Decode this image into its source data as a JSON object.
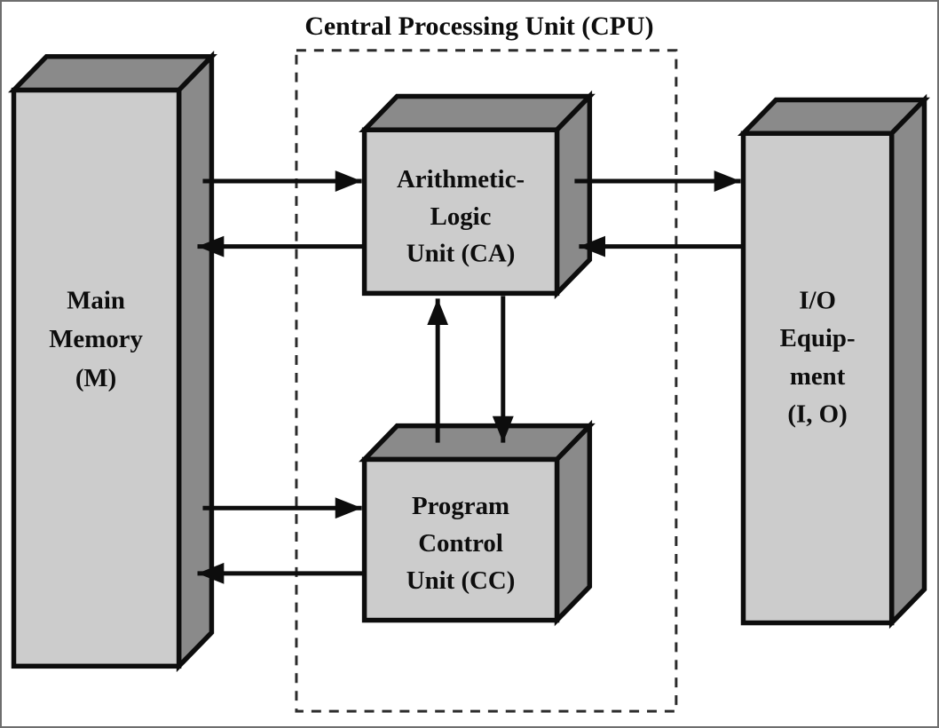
{
  "title": "Central Processing Unit (CPU)",
  "boxes": {
    "main_memory": {
      "label": "Main Memory (M)",
      "lines": [
        "Main",
        "Memory",
        "(M)"
      ]
    },
    "alu": {
      "label": "Arithmetic-Logic Unit (CA)",
      "lines": [
        "Arithmetic-",
        "Logic",
        "Unit (CA)"
      ]
    },
    "program_control": {
      "label": "Program Control Unit (CC)",
      "lines": [
        "Program",
        "Control",
        "Unit (CC)"
      ]
    },
    "io": {
      "label": "I/O Equipment (I, O)",
      "lines": [
        "I/O",
        "Equip-",
        "ment",
        "(I, O)"
      ]
    }
  },
  "cpu_boundary_contains": [
    "alu",
    "program_control"
  ],
  "connections": [
    {
      "from": "main_memory",
      "to": "alu"
    },
    {
      "from": "alu",
      "to": "main_memory"
    },
    {
      "from": "main_memory",
      "to": "program_control"
    },
    {
      "from": "program_control",
      "to": "main_memory"
    },
    {
      "from": "alu",
      "to": "io"
    },
    {
      "from": "io",
      "to": "alu"
    },
    {
      "from": "program_control",
      "to": "alu"
    },
    {
      "from": "alu",
      "to": "program_control"
    }
  ],
  "colors": {
    "front_face": "#cccccc",
    "depth_face": "#8a8a8a",
    "outline": "#0d0d0d",
    "dashed_boundary": "#2b2b2b",
    "background": "#ffffff",
    "page_border": "#6e6e6e"
  }
}
